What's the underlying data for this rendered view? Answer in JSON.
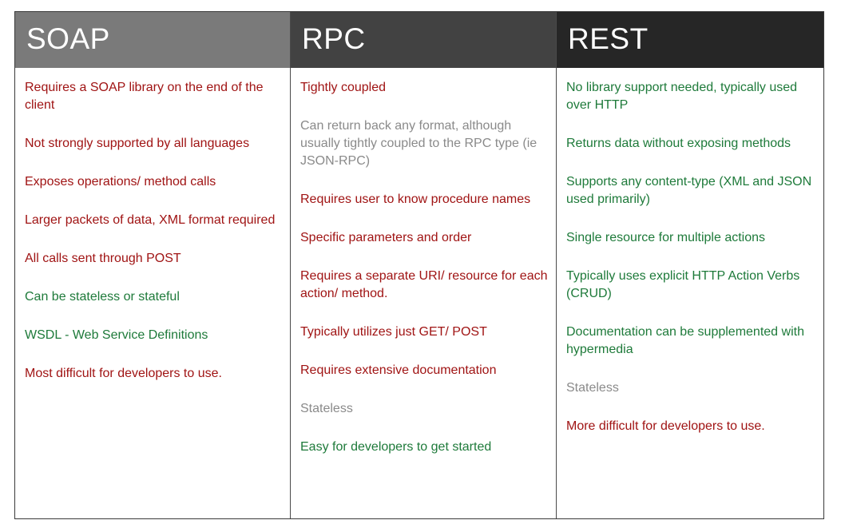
{
  "columns": [
    {
      "title": "SOAP",
      "items": [
        {
          "text": "Requires a SOAP library on the end of the client",
          "tone": "red"
        },
        {
          "text": "Not strongly supported by all languages",
          "tone": "red"
        },
        {
          "text": "Exposes operations/ method calls",
          "tone": "red"
        },
        {
          "text": "Larger packets of data, XML format required",
          "tone": "red"
        },
        {
          "text": "All calls sent through POST",
          "tone": "red"
        },
        {
          "text": "Can be stateless or stateful",
          "tone": "green"
        },
        {
          "text": "WSDL - Web Service Definitions",
          "tone": "green"
        },
        {
          "text": "Most difficult for developers to use.",
          "tone": "red"
        }
      ]
    },
    {
      "title": "RPC",
      "items": [
        {
          "text": "Tightly coupled",
          "tone": "red"
        },
        {
          "text": "Can return back any format, although usually tightly coupled to the RPC type (ie JSON-RPC)",
          "tone": "gray"
        },
        {
          "text": "Requires user to know procedure names",
          "tone": "red"
        },
        {
          "text": "Specific parameters and order",
          "tone": "red"
        },
        {
          "text": "Requires a separate URI/ resource for each action/ method.",
          "tone": "red"
        },
        {
          "text": "Typically utilizes just GET/ POST",
          "tone": "red"
        },
        {
          "text": "Requires extensive documentation",
          "tone": "red"
        },
        {
          "text": "Stateless",
          "tone": "gray"
        },
        {
          "text": "Easy for developers to get started",
          "tone": "green"
        }
      ]
    },
    {
      "title": "REST",
      "items": [
        {
          "text": "No library support needed, typically used over HTTP",
          "tone": "green"
        },
        {
          "text": "Returns data without exposing methods",
          "tone": "green"
        },
        {
          "text": "Supports any content-type (XML and JSON used primarily)",
          "tone": "green"
        },
        {
          "text": "Single resource for multiple actions",
          "tone": "green"
        },
        {
          "text": "Typically uses explicit HTTP Action Verbs (CRUD)",
          "tone": "green"
        },
        {
          "text": "Documentation can be supplemented with hypermedia",
          "tone": "green"
        },
        {
          "text": "Stateless",
          "tone": "gray"
        },
        {
          "text": "More difficult for developers to use.",
          "tone": "red"
        }
      ]
    }
  ]
}
